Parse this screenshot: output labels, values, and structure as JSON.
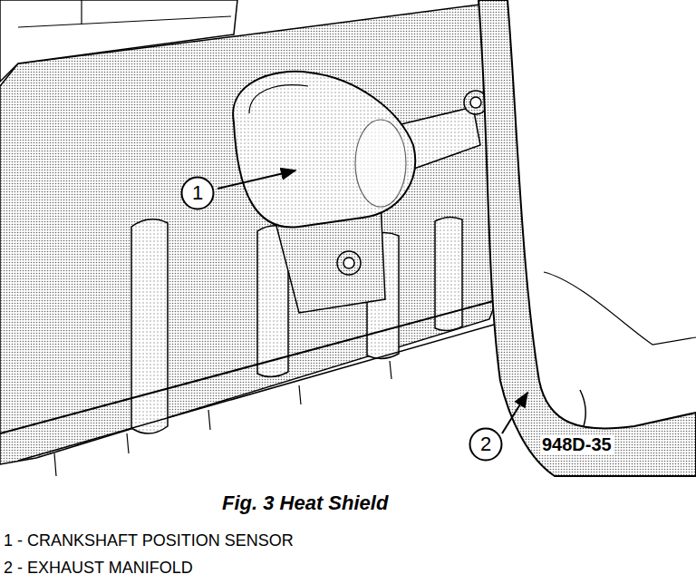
{
  "diagram": {
    "caption": "Fig. 3 Heat Shield",
    "nodes": [
      {
        "text": [
          "1"
        ]
      },
      {
        "text": [
          "2"
        ]
      }
    ],
    "edges": [],
    "labels": [
      "948D-35",
      "1 - CRANKSHAFT POSITION SENSOR",
      "2 - EXHAUST MANIFOLD"
    ]
  }
}
